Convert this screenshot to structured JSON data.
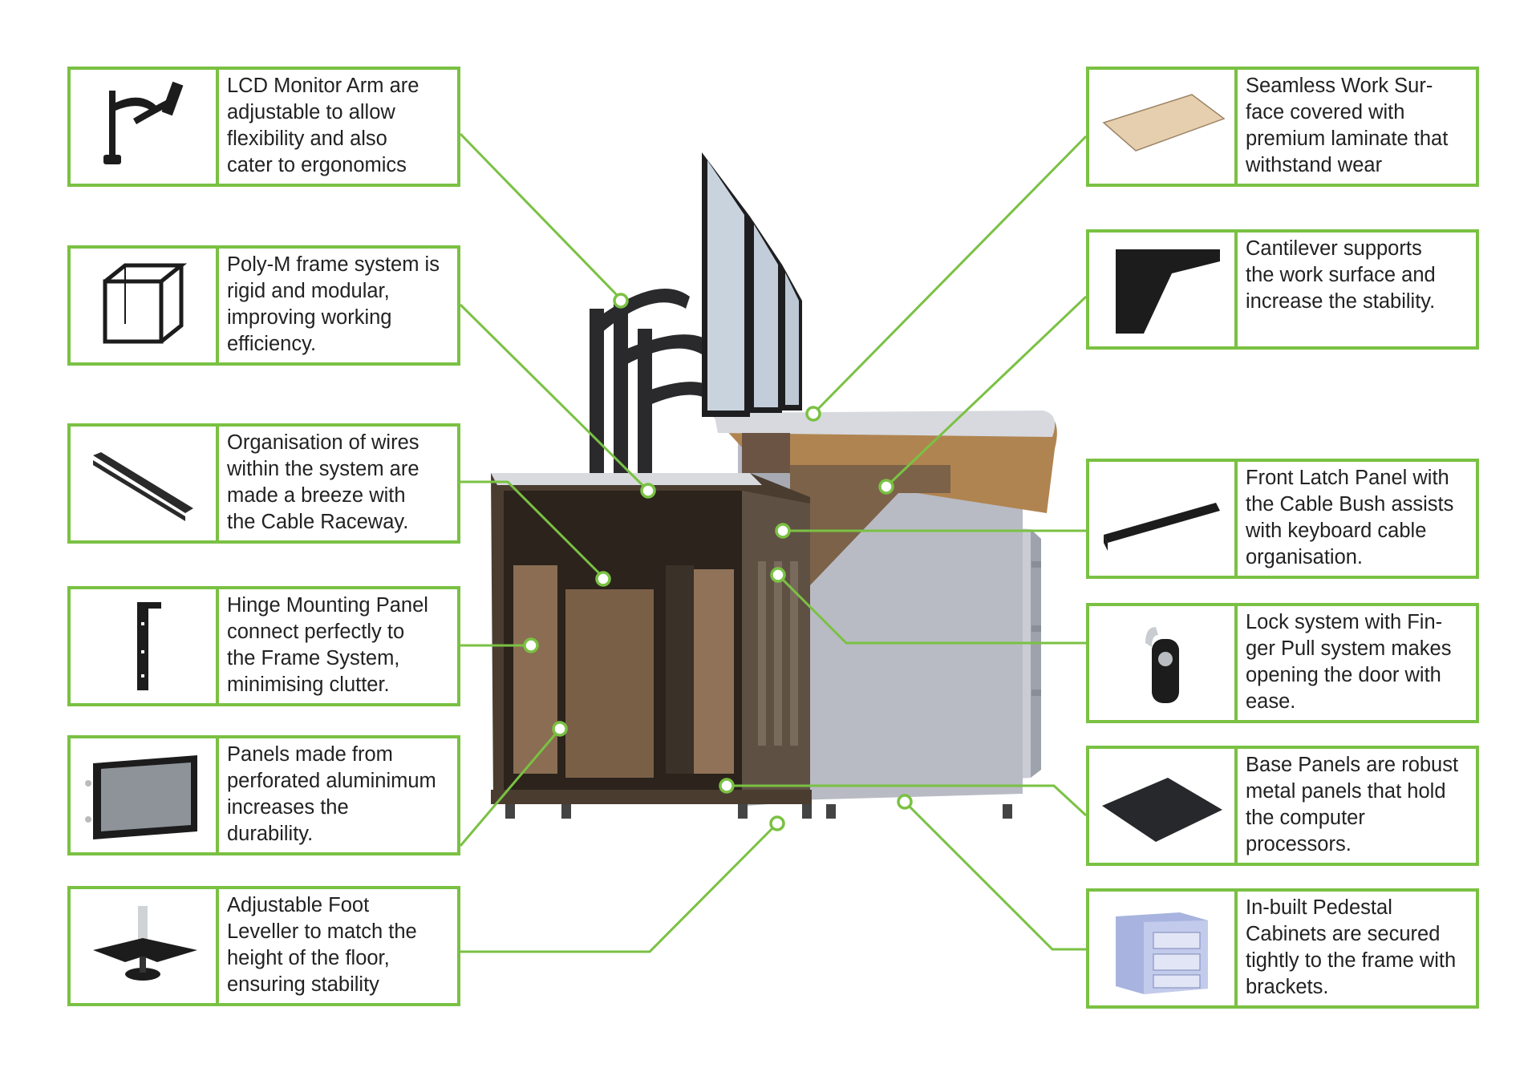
{
  "colors": {
    "accent": "#7ac143",
    "frame": "#3d3228",
    "text": "#222222"
  },
  "callouts": [
    {
      "id": "lcd-monitor-arm",
      "side": "left",
      "icon": "monitor-arm-icon",
      "text": "LCD Monitor Arm are\nadjustable to allow\nflexibility and also\ncater to ergonomics"
    },
    {
      "id": "poly-m-frame",
      "side": "left",
      "icon": "cube-frame-icon",
      "text": "Poly-M frame system is\nrigid and modular,\nimproving working\nefficiency."
    },
    {
      "id": "cable-raceway",
      "side": "left",
      "icon": "cable-raceway-icon",
      "text": "Organisation of wires\nwithin the system are\nmade a breeze with\nthe Cable Raceway."
    },
    {
      "id": "hinge-mounting-panel",
      "side": "left",
      "icon": "hinge-panel-icon",
      "text": "Hinge Mounting Panel\nconnect perfectly to\nthe Frame System,\nminimising clutter."
    },
    {
      "id": "perforated-panels",
      "side": "left",
      "icon": "perforated-panel-icon",
      "text": "Panels made from\nperforated aluminimum\nincreases the\ndurability."
    },
    {
      "id": "foot-leveller",
      "side": "left",
      "icon": "foot-leveller-icon",
      "text": "Adjustable Foot\nLeveller to match the\nheight of the floor,\nensuring stability"
    },
    {
      "id": "work-surface",
      "side": "right",
      "icon": "work-surface-icon",
      "text": "Seamless Work Sur-\nface covered with\npremium laminate that\nwithstand wear"
    },
    {
      "id": "cantilever",
      "side": "right",
      "icon": "cantilever-bracket-icon",
      "text": "Cantilever supports\nthe work surface and\nincrease the stability."
    },
    {
      "id": "front-latch-panel",
      "side": "right",
      "icon": "latch-panel-icon",
      "text": "Front Latch Panel with\nthe Cable Bush assists\nwith keyboard cable\norganisation."
    },
    {
      "id": "lock-system",
      "side": "right",
      "icon": "lock-icon",
      "text": "Lock system with Fin-\nger Pull system makes\nopening the door with\nease."
    },
    {
      "id": "base-panels",
      "side": "right",
      "icon": "base-panel-icon",
      "text": "Base Panels are robust\nmetal panels that hold\nthe computer\nprocessors."
    },
    {
      "id": "pedestal-cabinets",
      "side": "right",
      "icon": "pedestal-cabinet-icon",
      "text": "In-built Pedestal\nCabinets are secured\ntightly to the frame with\nbrackets."
    }
  ]
}
